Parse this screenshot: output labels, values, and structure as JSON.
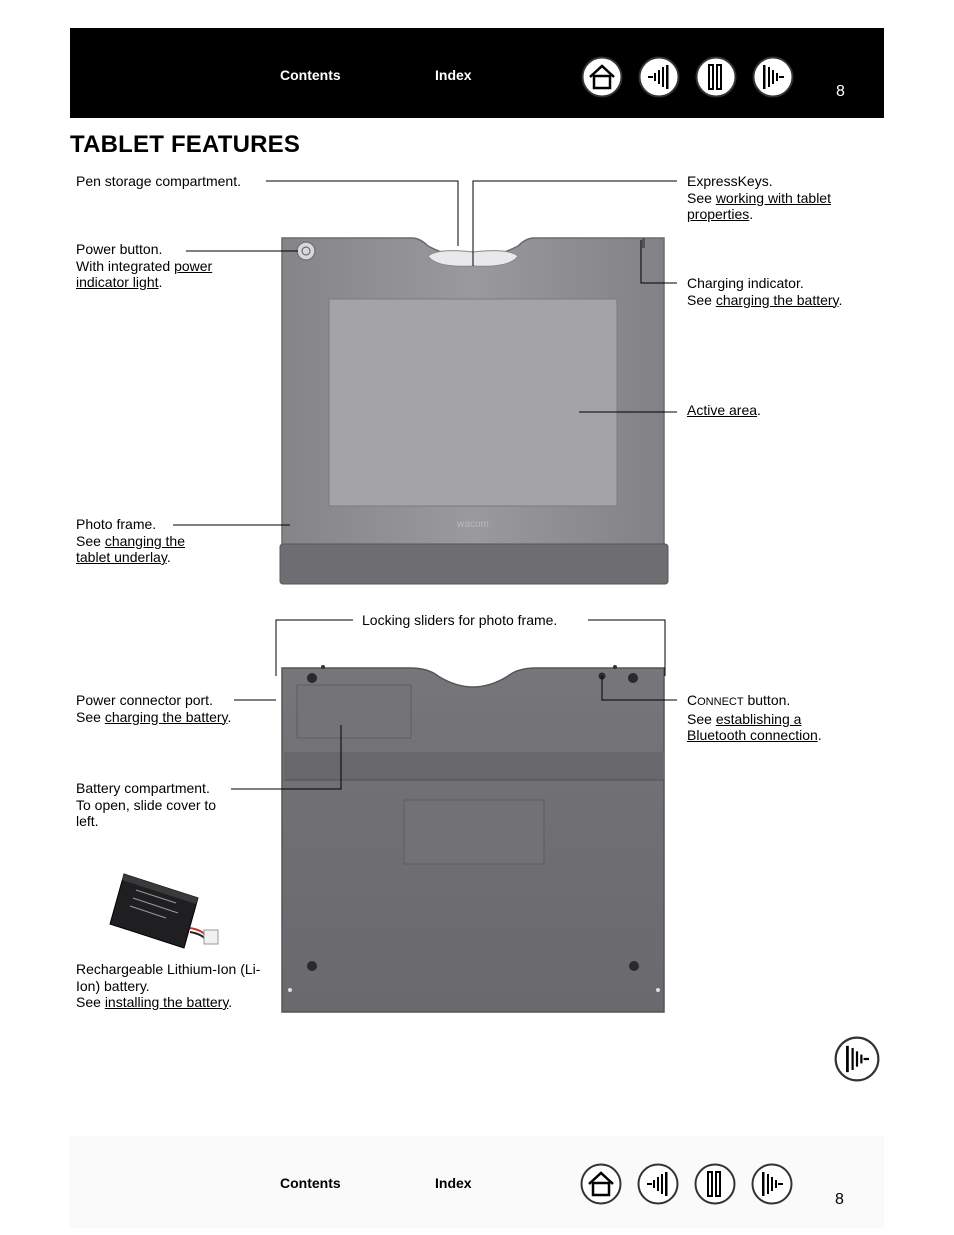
{
  "header": {
    "contents_label": "Contents",
    "index_label": "Index",
    "page_number": "8"
  },
  "footer": {
    "contents_label": "Contents",
    "index_label": "Index",
    "page_number": "8"
  },
  "page_title": "TABLET FEATURES",
  "tablet_front": {
    "brand": "wacom",
    "callouts": {
      "pen_storage": "Pen storage compartment.",
      "power_button_line1": "Power button.",
      "power_button_prefix": "With integrated ",
      "power_button_link": "power indicator light",
      "photo_frame_line1": "Photo frame.",
      "photo_frame_prefix": "See ",
      "photo_frame_link": "changing the tablet underlay",
      "expresskeys_line1": "ExpressKeys.",
      "expresskeys_prefix": "See ",
      "expresskeys_link": "working with tablet properties",
      "charging_line1": "Charging indicator.",
      "charging_prefix": "See ",
      "charging_link": "charging the battery",
      "active_area_link": "Active area"
    }
  },
  "tablet_back": {
    "callouts": {
      "locking_sliders": "Locking sliders for photo frame.",
      "power_port_line1": "Power connector port.",
      "power_port_prefix": "See ",
      "power_port_link": "charging the battery",
      "battery_comp_line1": "Battery compartment.",
      "battery_comp_line2": "To open, slide cover to left.",
      "connect_cap": "C",
      "connect_small": "ONNECT",
      "connect_suffix": " button.",
      "connect_prefix": "See ",
      "connect_link": "establishing a Bluetooth connection",
      "battery_line1": "Rechargeable Lithium-Ion (Li-Ion) battery.",
      "battery_prefix": "See ",
      "battery_link": "installing the battery"
    }
  },
  "icons": {
    "nav": [
      "home-icon",
      "previous-page-icon",
      "toc-icon",
      "next-page-icon"
    ],
    "side": "next-page-icon"
  }
}
